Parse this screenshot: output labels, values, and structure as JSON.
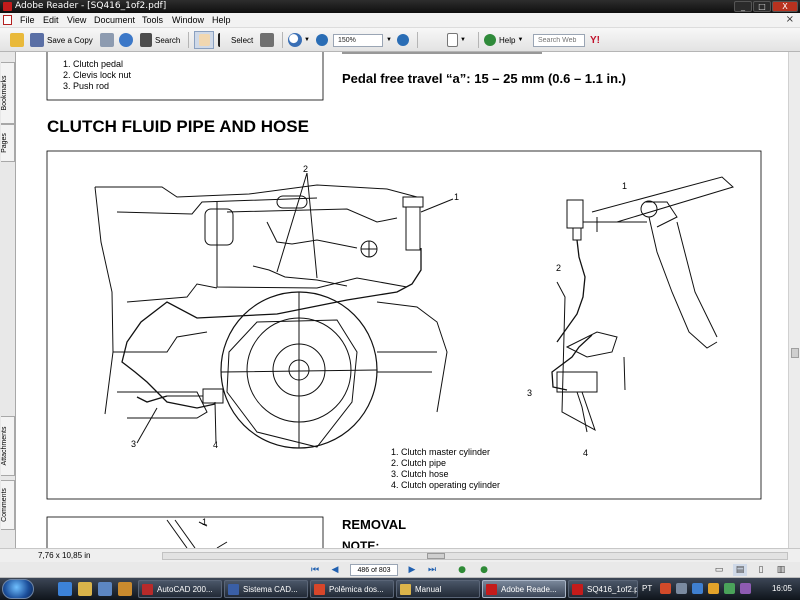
{
  "window": {
    "title": "Adobe Reader - [SQ416_1of2.pdf]",
    "buttons": [
      "_",
      "□",
      "X"
    ]
  },
  "menu": {
    "items": [
      "File",
      "Edit",
      "View",
      "Document",
      "Tools",
      "Window",
      "Help"
    ],
    "close_glyph": "×"
  },
  "toolbar": {
    "save_copy": "Save a Copy",
    "search": "Search",
    "select": "Select",
    "zoom_value": "150%",
    "help": "Help",
    "search_web_placeholder": "Search Web",
    "yahoo": "Y!"
  },
  "nav_tabs": [
    "Bookmarks",
    "Pages",
    "Attachments",
    "Comments"
  ],
  "document": {
    "top_list": [
      "1.  Clutch pedal",
      "2.  Clevis lock nut",
      "3.  Push rod"
    ],
    "free_travel": "Pedal free travel “a”: 15 – 25 mm (0.6 – 1.1 in.)",
    "heading": "CLUTCH FLUID PIPE AND HOSE",
    "figure_callouts": {
      "left": [
        "1",
        "2",
        "3",
        "4"
      ],
      "right": [
        "1",
        "2",
        "3",
        "4"
      ]
    },
    "legend": [
      "1.  Clutch master cylinder",
      "2.  Clutch pipe",
      "3.  Clutch hose",
      "4.  Clutch operating cylinder"
    ],
    "bottom_callouts": [
      "1"
    ],
    "removal": "REMOVAL",
    "note": "NOTE:"
  },
  "status": {
    "page_size": "7,76 x 10,85 in",
    "page_indicator": "486 of 803"
  },
  "taskbar": {
    "tasks": [
      "AutoCAD 200...",
      "Sistema CAD...",
      "Polêmica dos...",
      "Manual",
      "Adobe Reade...",
      "SQ416_1of2.p..."
    ],
    "language": "PT",
    "clock": "16:05"
  }
}
